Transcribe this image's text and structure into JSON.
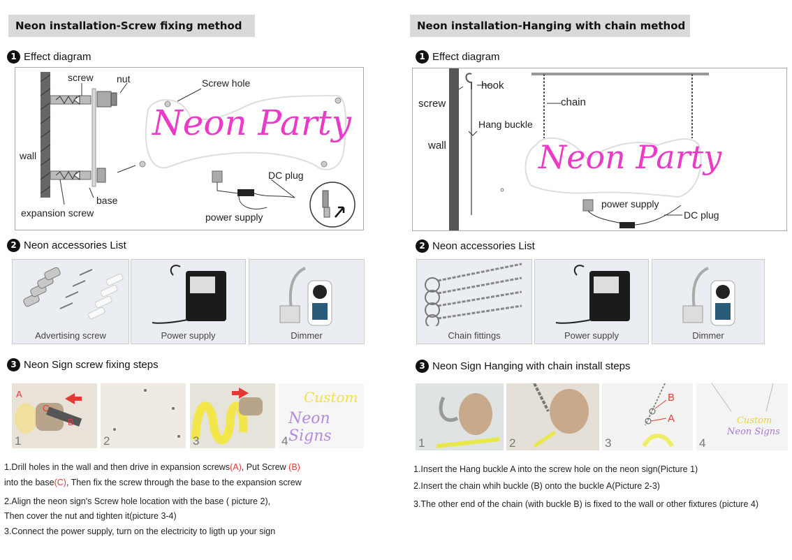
{
  "left": {
    "header": "Neon installation-Screw fixing method",
    "effect_title": "Effect diagram",
    "effect_num": "1",
    "diagram_labels": {
      "screw": "screw",
      "nut": "nut",
      "screw_hole": "Screw hole",
      "wall": "wall",
      "base": "base",
      "expansion_screw": "expansion screw",
      "dc_plug": "DC plug",
      "power_supply": "power supply"
    },
    "neon_text": "Neon Party",
    "accessories_title": "Neon accessories List",
    "accessories_num": "2",
    "accessories": [
      "Advertising screw",
      "Power supply",
      "Dimmer"
    ],
    "steps_title": "Neon Sign screw fixing steps",
    "steps_num": "3",
    "step_numbers": [
      "1",
      "2",
      "3",
      "4"
    ],
    "step_markers": {
      "a": "A",
      "c": "C",
      "b": "B"
    },
    "custom_text": "Custom",
    "neon_signs_text": "Neon Signs",
    "instructions": {
      "l1_a": "1.Drill holes in the wall and then drive in expansion screws",
      "l1_b": "(A)",
      "l1_c": ",  Put Screw ",
      "l1_d": "(B)",
      "l2_a": "into the base",
      "l2_b": "(C)",
      "l2_c": ", Then fix the screw through the base to the expansion screw",
      "l3": "2.Align the neon sign's Screw hole location with the base ( picture 2),",
      "l4": "Then cover the nut and tighten it(picture 3-4)",
      "l5": "3.Connect the power supply, turn on the electricity to ligth up your sign"
    }
  },
  "right": {
    "header": "Neon installation-Hanging with chain method",
    "effect_title": "Effect diagram",
    "effect_num": "1",
    "diagram_labels": {
      "hook": "hook",
      "screw": "screw",
      "chain": "chain",
      "hang_buckle": "Hang buckle",
      "wall": "wall",
      "power_supply": "power supply",
      "dc_plug": "DC plug"
    },
    "neon_text": "Neon Party",
    "accessories_title": "Neon accessories List",
    "accessories_num": "2",
    "accessories": [
      "Chain fittings",
      "Power supply",
      "Dimmer"
    ],
    "steps_title": "Neon Sign Hanging with chain install steps",
    "steps_num": "3",
    "step_numbers": [
      "1",
      "2",
      "3",
      "4"
    ],
    "step_markers": {
      "b": "B",
      "a": "A"
    },
    "custom_text": "Custom",
    "neon_signs_text": "Neon Signs",
    "instructions": {
      "l1": "1.Insert the Hang buckle A into the screw hole on the neon sign(Picture 1)",
      "l2": "2.Insert the chain whih buckle (B) onto the buckle A(Picture 2-3)",
      "l3": "3.The other end of the chain (with buckle B) is fixed to the wall or other fixtures  (picture 4)"
    }
  }
}
